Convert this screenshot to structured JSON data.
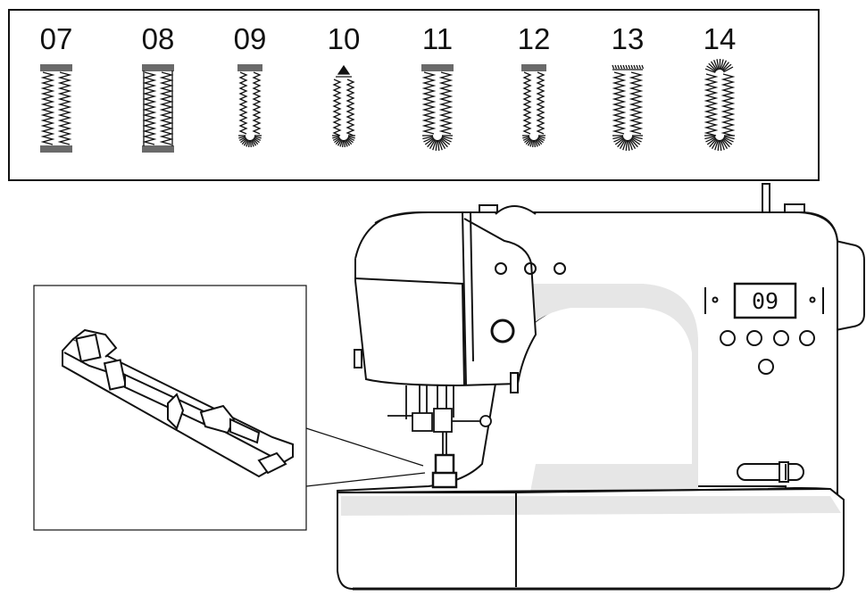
{
  "stitch_patterns": [
    {
      "number": "07",
      "style": "bar-bar"
    },
    {
      "number": "08",
      "style": "bar-bar-frame"
    },
    {
      "number": "09",
      "style": "bar-round"
    },
    {
      "number": "10",
      "style": "point-round"
    },
    {
      "number": "11",
      "style": "bar-round-wide"
    },
    {
      "number": "12",
      "style": "bar-round"
    },
    {
      "number": "13",
      "style": "fringe-round"
    },
    {
      "number": "14",
      "style": "round-round"
    }
  ],
  "machine": {
    "display_value": "09",
    "display_left_mark": "|◦",
    "display_right_mark": "◦|"
  },
  "colors": {
    "line": "#111111",
    "machine_shade": "#e6e6e6",
    "machine_body": "#ffffff"
  }
}
